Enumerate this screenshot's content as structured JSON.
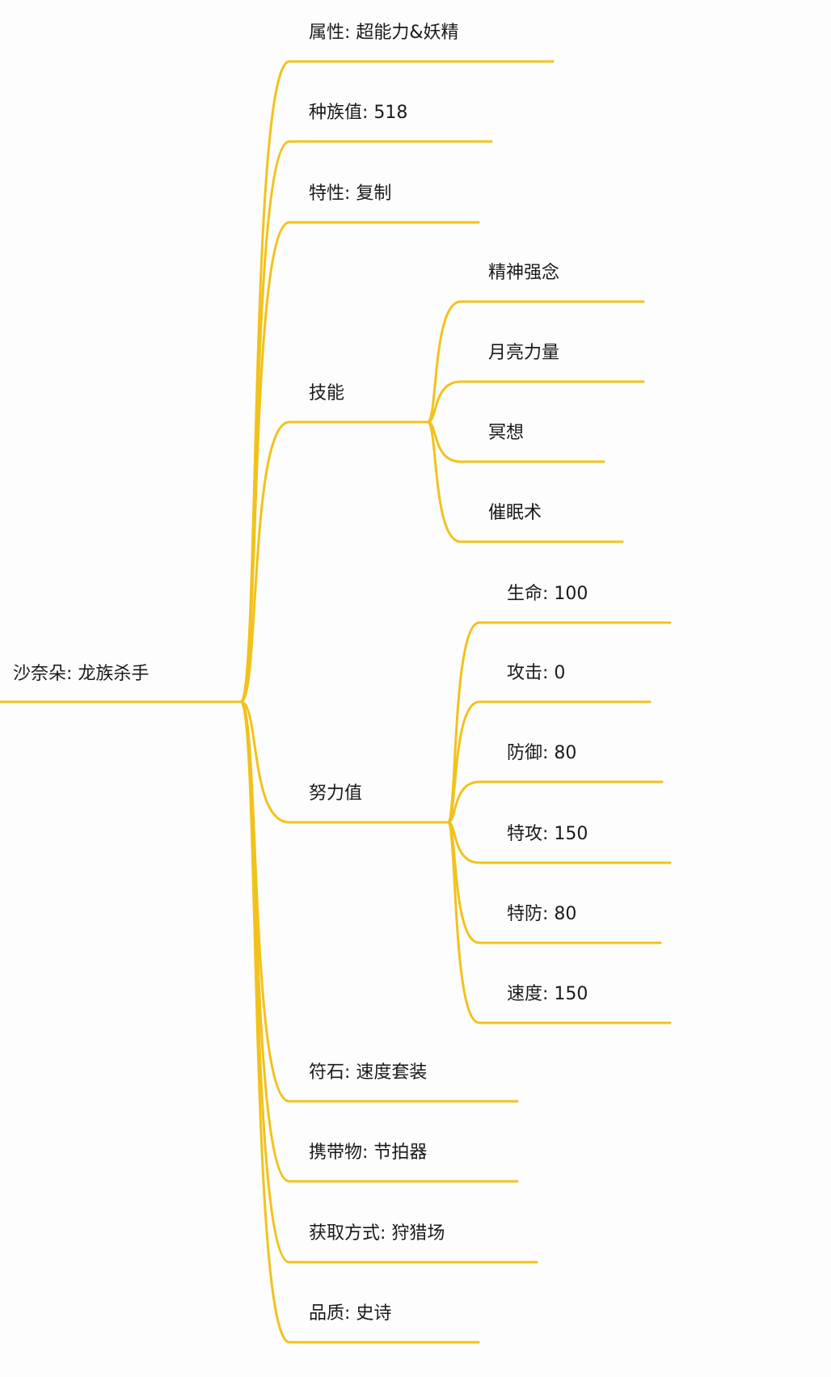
{
  "colors": {
    "branch": "#f2c21b",
    "text": "#1a1a1a",
    "background": "#fdfdfd"
  },
  "root": {
    "label": "沙奈朵: 龙族杀手"
  },
  "branches": [
    {
      "label": "属性: 超能力&妖精"
    },
    {
      "label": "种族值: 518"
    },
    {
      "label": "特性: 复制"
    },
    {
      "label": "技能",
      "children": [
        {
          "label": "精神强念"
        },
        {
          "label": "月亮力量"
        },
        {
          "label": "冥想"
        },
        {
          "label": "催眠术"
        }
      ]
    },
    {
      "label": "努力值",
      "children": [
        {
          "label": "生命: 100"
        },
        {
          "label": "攻击: 0"
        },
        {
          "label": "防御: 80"
        },
        {
          "label": "特攻: 150"
        },
        {
          "label": "特防: 80"
        },
        {
          "label": "速度: 150"
        }
      ]
    },
    {
      "label": "符石: 速度套装"
    },
    {
      "label": "携带物: 节拍器"
    },
    {
      "label": "获取方式: 狩猎场"
    },
    {
      "label": "品质: 史诗"
    }
  ]
}
